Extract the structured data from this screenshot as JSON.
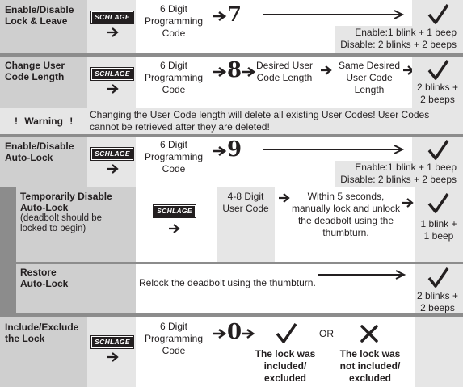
{
  "brand": "SCHLAGE",
  "sections": {
    "lock_leave": {
      "title_line1": "Enable/Disable",
      "title_line2": "Lock & Leave",
      "code_line1": "6 Digit",
      "code_line2": "Programming",
      "code_line3": "Code",
      "digit": "7",
      "result_line1": "Enable:1 blink + 1 beep",
      "result_line2": "Disable: 2 blinks + 2 beeps"
    },
    "code_length": {
      "title_line1": "Change User",
      "title_line2": "Code Length",
      "code_line1": "6 Digit",
      "code_line2": "Programming",
      "code_line3": "Code",
      "digit": "8",
      "step1_line1": "Desired User",
      "step1_line2": "Code Length",
      "step2_line1": "Same Desired",
      "step2_line2": "User Code",
      "step2_line3": "Length",
      "result_line1": "2 blinks +",
      "result_line2": "2 beeps",
      "warning_label": "Warning",
      "warning_mark": "!",
      "warning_text": "Changing the User Code length will delete all existing User Codes! User Codes cannot be retrieved after they are deleted!"
    },
    "auto_lock": {
      "title_line1": "Enable/Disable",
      "title_line2": "Auto-Lock",
      "code_line1": "6 Digit",
      "code_line2": "Programming",
      "code_line3": "Code",
      "digit": "9",
      "result_line1": "Enable:1 blink + 1 beep",
      "result_line2": "Disable: 2 blinks + 2 beeps"
    },
    "temp_disable": {
      "title_line1": "Temporarily Disable",
      "title_line2": "Auto-Lock",
      "subtitle_line1": "(deadbolt should be",
      "subtitle_line2": "locked to begin)",
      "step1_line1": "4-8 Digit",
      "step1_line2": "User Code",
      "step2_line1": "Within 5 seconds,",
      "step2_line2": "manually lock and unlock",
      "step2_line3": "the deadbolt using the",
      "step2_line4": "thumbturn.",
      "result_line1": "1 blink +",
      "result_line2": "1 beep"
    },
    "restore": {
      "title_line1": "Restore",
      "title_line2": "Auto-Lock",
      "instruction": "Relock the deadbolt using the thumbturn.",
      "result_line1": "2 blinks +",
      "result_line2": "2 beeps"
    },
    "include": {
      "title_line1": "Include/Exclude",
      "title_line2": "the Lock",
      "code_line1": "6 Digit",
      "code_line2": "Programming",
      "code_line3": "Code",
      "digit": "0",
      "or_label": "OR",
      "included_line1": "The lock was",
      "included_line2": "included/",
      "included_line3": "excluded",
      "not_included_line1": "The lock was",
      "not_included_line2": "not included/",
      "not_included_line3": "excluded"
    }
  },
  "colors": {
    "panel_gray": "#cfcfcf",
    "light_gray": "#e6e6e6",
    "separator": "#8c8c8c",
    "ink": "#231f20"
  }
}
